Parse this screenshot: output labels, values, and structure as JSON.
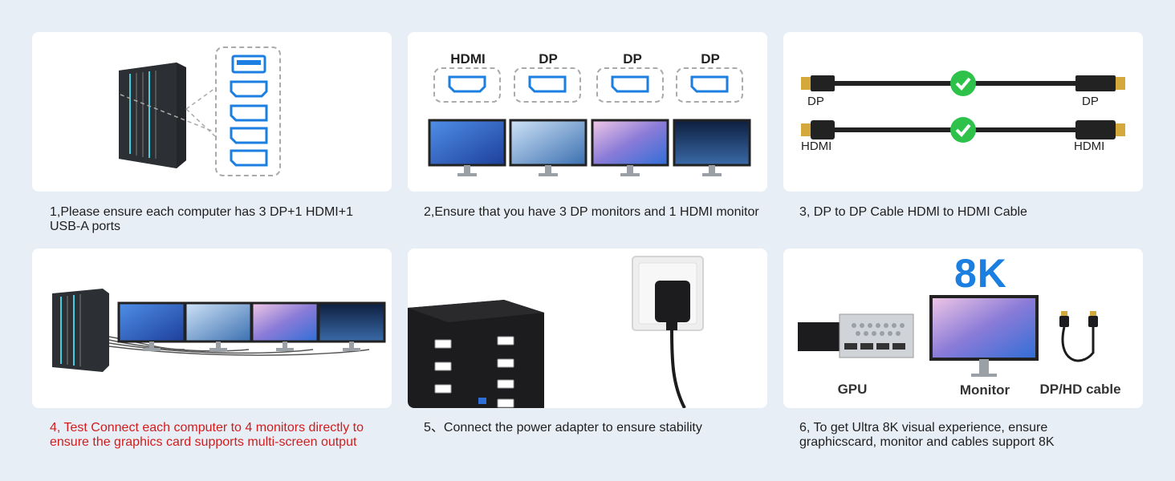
{
  "steps": [
    {
      "caption": "1,Please ensure each computer has 3 DP+1 HDMI+1 USB-A ports"
    },
    {
      "caption": "2,Ensure that you have 3 DP monitors and 1 HDMI monitor",
      "ports": [
        "HDMI",
        "DP",
        "DP",
        "DP"
      ]
    },
    {
      "caption": "3, DP to DP Cable  HDMl to HDMI Cable",
      "cables": [
        {
          "left": "DP",
          "right": "DP"
        },
        {
          "left": "HDMI",
          "right": "HDMI"
        }
      ]
    },
    {
      "caption": "4, Test Connect each computer to 4 monitors directly to ensure the graphics card supports multi-screen output"
    },
    {
      "caption": "5、Connect the power adapter to ensure stability"
    },
    {
      "caption": "6, To get Ultra 8K visual experience, ensure graphicscard, monitor and cables support 8K",
      "badge": "8K",
      "items": [
        "GPU",
        "Monitor",
        "DP/HD cable"
      ]
    }
  ],
  "colors": {
    "background": "#e8eef6",
    "card": "#ffffff",
    "accent_blue": "#1a7fe0",
    "warning_red": "#d21c1c",
    "check_green": "#2ec24a"
  }
}
